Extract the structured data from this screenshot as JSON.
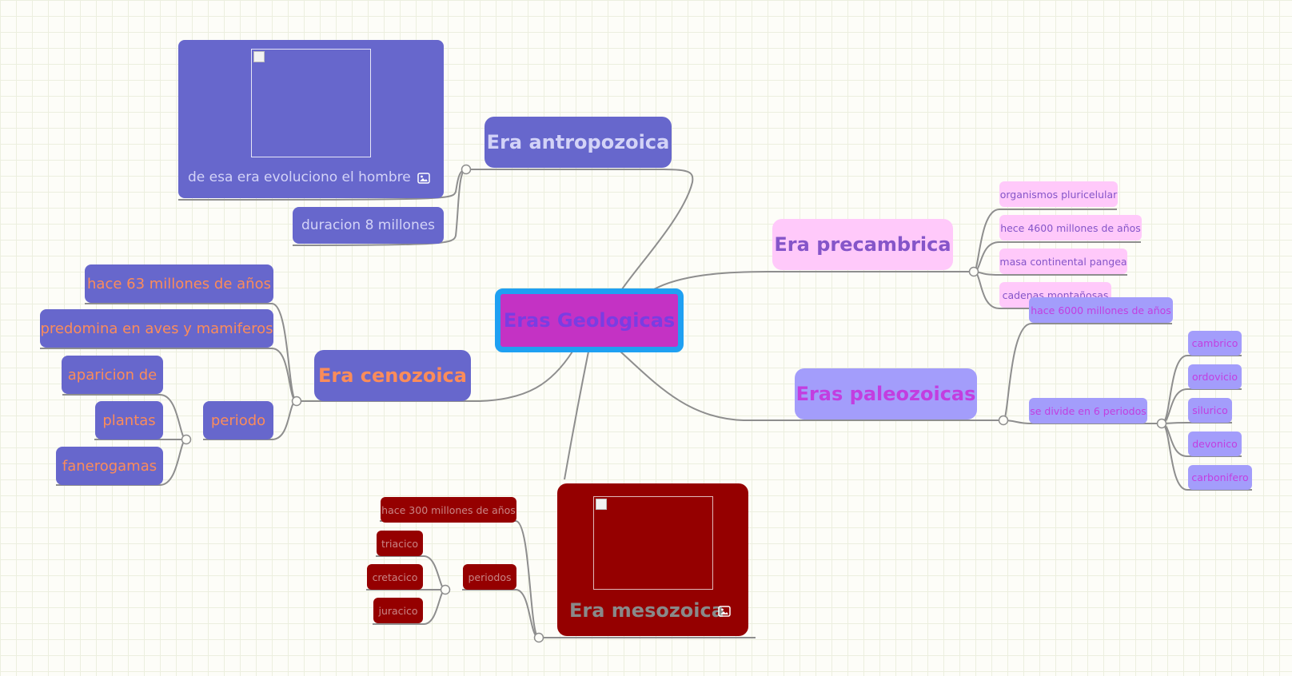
{
  "colors": {
    "line": "#8e8e8e",
    "central_border": "#1fa0f2",
    "central_fill": "#c432c4",
    "blue_fill": "#6767cc",
    "pink_fill": "#ffc9fa",
    "lavender_fill": "#a39dfb",
    "red_fill": "#950000"
  },
  "central": {
    "label": "Eras Geologicas"
  },
  "antropozoica": {
    "title": "Era antropozoica",
    "note": "de esa era evoluciono el hombre",
    "note_icon": "image-icon",
    "duration": "duracion 8 millones"
  },
  "precambrica": {
    "title": "Era precambrica",
    "items": [
      "organismos pluricelular",
      "hece 4600 millones de años",
      "masa continental pangea",
      "cadenas montañosas"
    ]
  },
  "paleozoicas": {
    "title": "Eras paleozoicas",
    "age": "hace 6000 millones de años",
    "divides": "se divide en 6 periodos",
    "periods": [
      "cambrico",
      "ordovicio",
      "silurico",
      "devonico",
      "carbonifero"
    ]
  },
  "cenozoica": {
    "title": "Era cenozoica",
    "age": "hace 63 millones de años",
    "dominant": "predomina en aves y mamiferos",
    "periodo": "periodo",
    "periodo_items": [
      "aparicion de",
      "plantas",
      "fanerogamas"
    ]
  },
  "mesozoica": {
    "title": "Era mesozoica",
    "title_icon": "image-icon",
    "age": "hace 300 millones de años",
    "periodos": "periodos",
    "periodos_items": [
      "triacico",
      "cretacico",
      "juracico"
    ]
  }
}
